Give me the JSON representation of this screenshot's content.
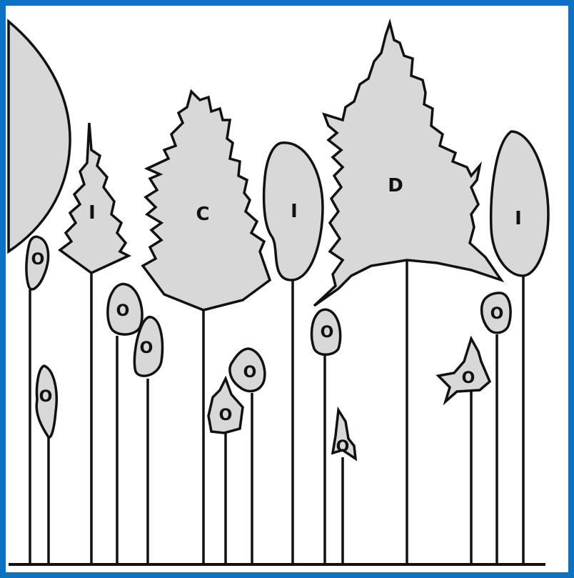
{
  "diagram": {
    "labels": {
      "intermediate": "I",
      "codominant": "C",
      "dominant": "D",
      "overtopped": "O"
    },
    "colors": {
      "border": "#0b72c4",
      "crown_fill": "#d8d8d8",
      "stroke": "#111111"
    }
  }
}
